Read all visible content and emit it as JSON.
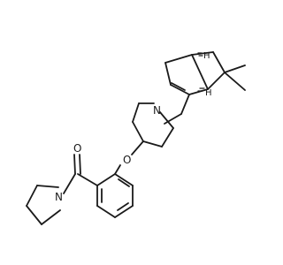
{
  "atoms": {
    "n_pyrrolidine": "N",
    "o_carbonyl": "O",
    "o_ether": "O",
    "n_piperidine": "N",
    "h_top": "H",
    "h_bottom": "H"
  },
  "colors": {
    "bond": "#1a1a1a",
    "background": "#ffffff"
  }
}
